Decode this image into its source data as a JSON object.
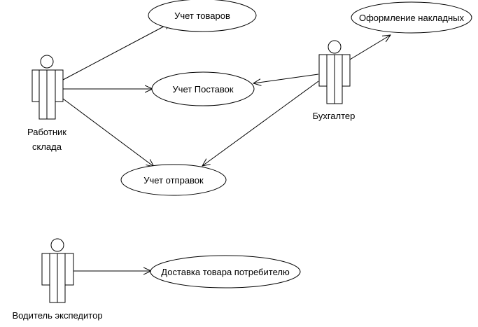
{
  "colors": {
    "line": "#000000",
    "fill": "#ffffff",
    "text": "#000000"
  },
  "actors": {
    "warehouse_worker": {
      "line1": "Работник",
      "line2": "склада"
    },
    "accountant": {
      "label": "Бухгалтер"
    },
    "driver": {
      "label": "Водитель экспедитор"
    }
  },
  "use_cases": {
    "goods": "Учет товаров",
    "invoices": "Оформление накладных",
    "supplies": "Учет Поставок",
    "shipments": "Учет отправок",
    "delivery": "Доставка товара потребителю"
  }
}
